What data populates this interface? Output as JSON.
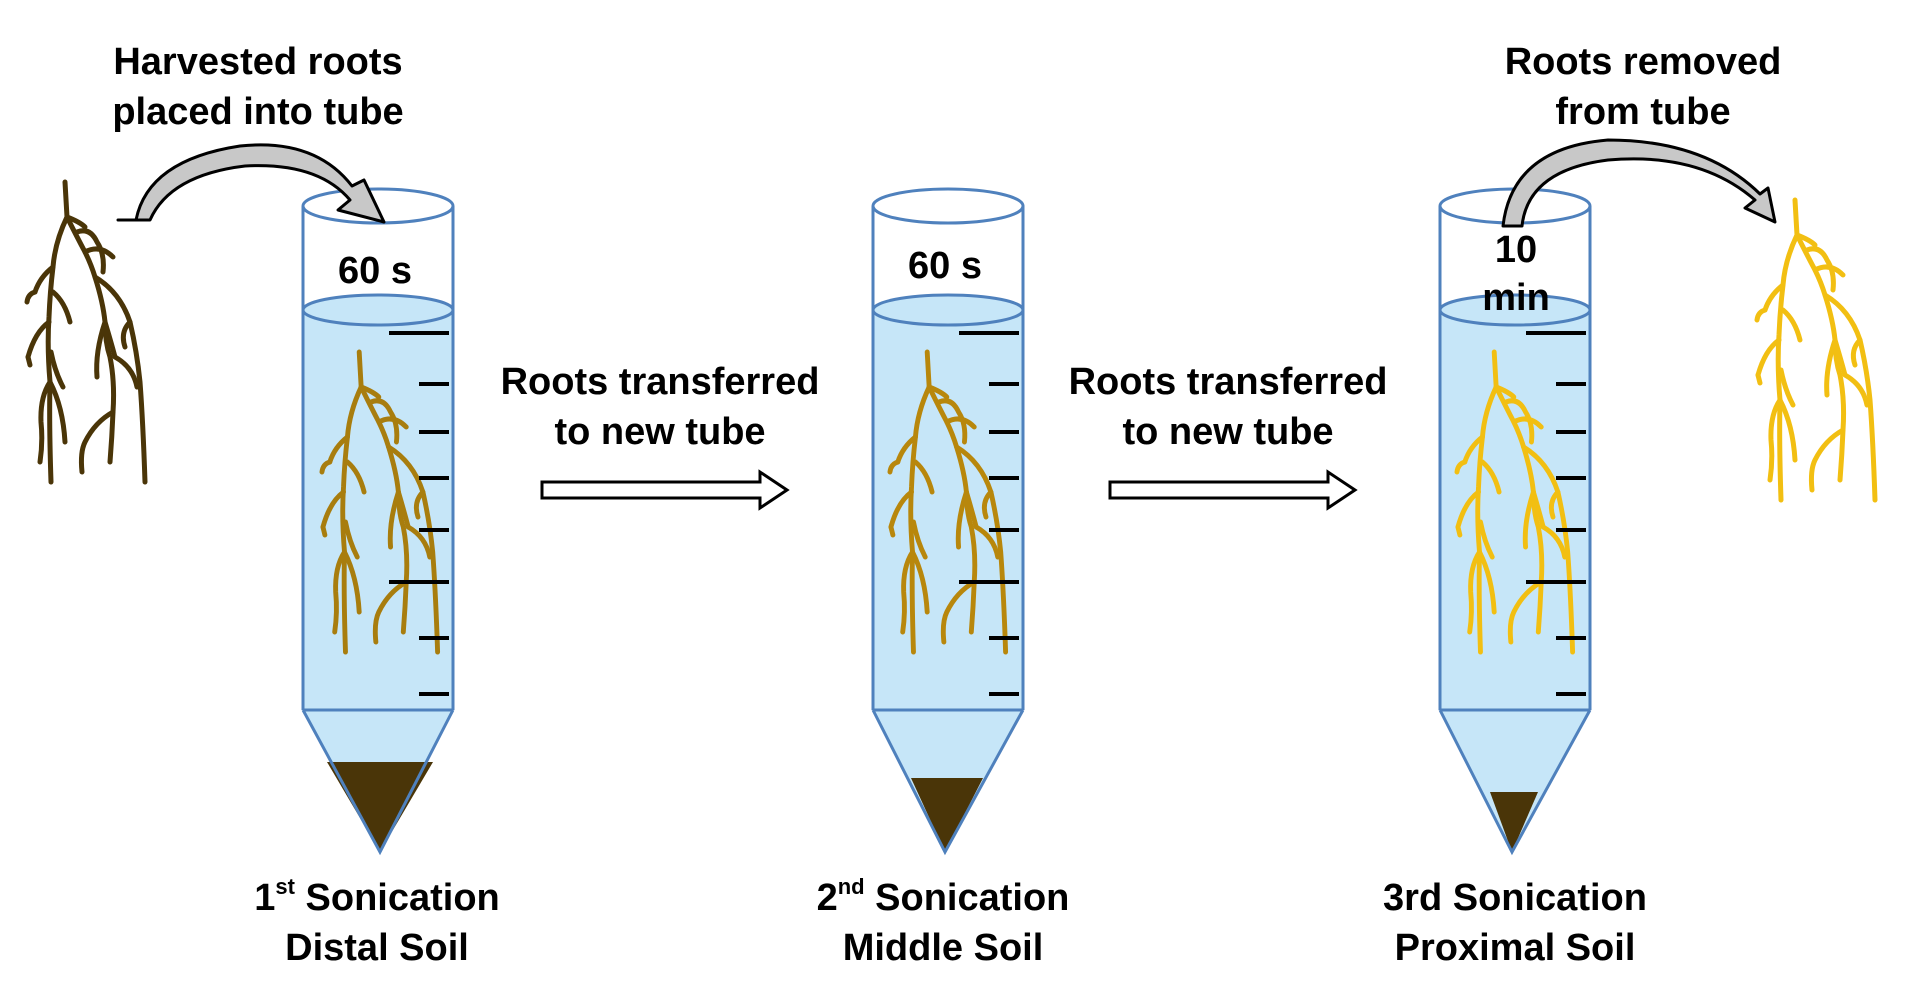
{
  "colors": {
    "tube_outline": "#4f81bd",
    "liquid": "#c6e6f8",
    "soil": "#4a3508",
    "root_dark": "#4a3508",
    "root_medium": "#a87d0e",
    "root_yellow": "#f2bf12",
    "arrow_gray": "#c8c8c8"
  },
  "top_labels": {
    "harvested": [
      "Harvested roots",
      "placed into tube"
    ],
    "removed": [
      "Roots removed",
      "from tube"
    ]
  },
  "transfers": [
    {
      "line1": "Roots transferred",
      "line2": "to new tube"
    },
    {
      "line1": "Roots transferred",
      "line2": "to new tube"
    }
  ],
  "tubes": [
    {
      "time_lines": [
        "60 s"
      ],
      "title_main": "1",
      "title_sup": "st",
      "title_rest": " Sonication",
      "subtitle": "Distal Soil",
      "soil_level": "large",
      "root_color": "root_dark"
    },
    {
      "time_lines": [
        "60 s"
      ],
      "title_main": "2",
      "title_sup": "nd",
      "title_rest": " Sonication",
      "subtitle": "Middle Soil",
      "soil_level": "medium",
      "root_color": "root_medium"
    },
    {
      "time_lines": [
        "10",
        "min"
      ],
      "title_main": "3rd Sonication",
      "title_sup": "",
      "title_rest": "",
      "subtitle": "Proximal Soil",
      "soil_level": "small",
      "root_color": "root_yellow"
    }
  ],
  "icons": [
    "curved-arrow-icon",
    "block-arrow-icon",
    "root-icon"
  ]
}
